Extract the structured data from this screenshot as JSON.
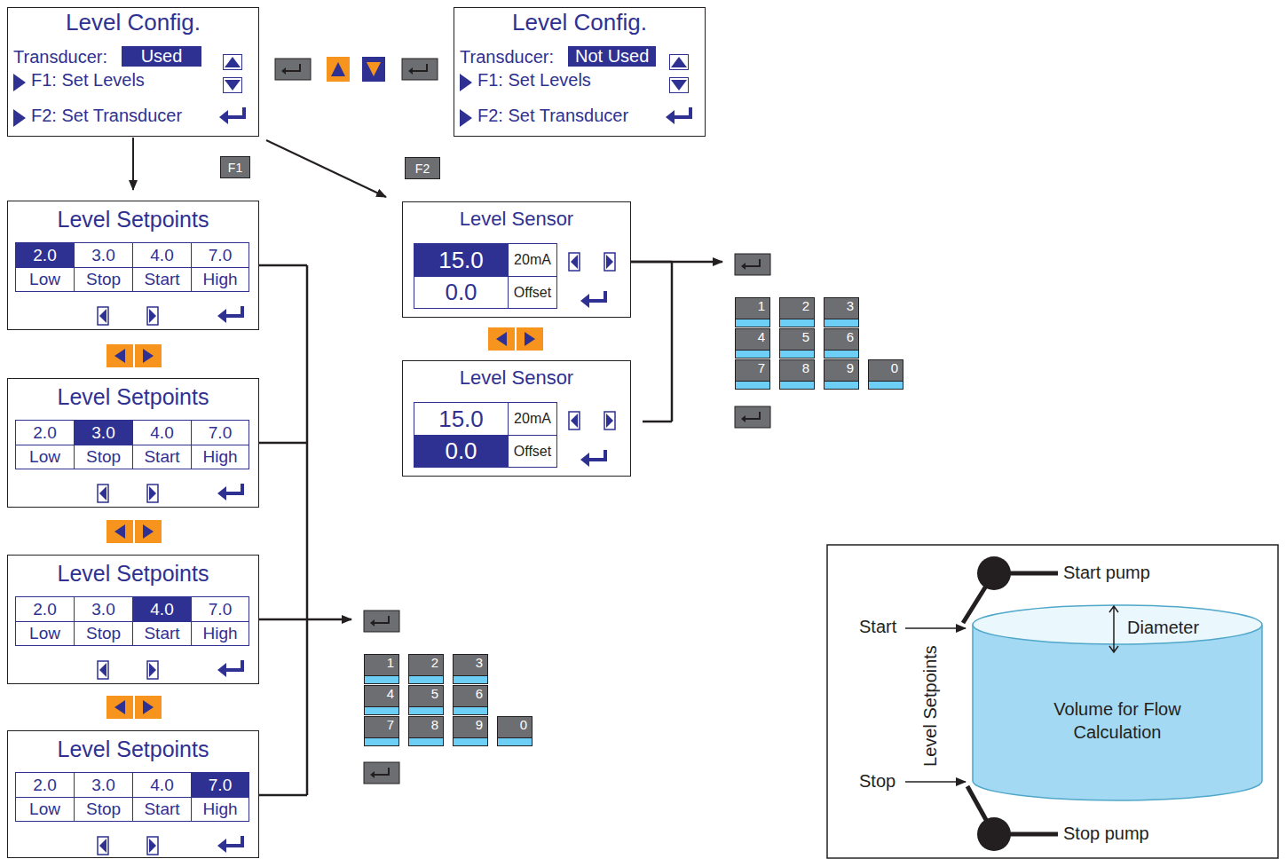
{
  "diagram": {
    "nodes": [
      {
        "text": [
          "Level Config.",
          "Transducer:",
          "Used",
          "F1: Set Levels",
          "F2: Set Transducer"
        ]
      },
      {
        "text": [
          "Level Config.",
          "Transducer:",
          "Not Used",
          "F1: Set Levels",
          "F2: Set Transducer"
        ]
      },
      {
        "text": [
          "F1"
        ]
      },
      {
        "text": [
          "F2"
        ]
      },
      {
        "text": [
          "Level Setpoints",
          "2.0",
          "3.0",
          "4.0",
          "7.0",
          "Low",
          "Stop",
          "Start",
          "High"
        ]
      },
      {
        "text": [
          "Level Setpoints",
          "2.0",
          "3.0",
          "4.0",
          "7.0",
          "Low",
          "Stop",
          "Start",
          "High"
        ]
      },
      {
        "text": [
          "Level Setpoints",
          "2.0",
          "3.0",
          "4.0",
          "7.0",
          "Low",
          "Stop",
          "Start",
          "High"
        ]
      },
      {
        "text": [
          "Level Setpoints",
          "2.0",
          "3.0",
          "4.0",
          "7.0",
          "Low",
          "Stop",
          "Start",
          "High"
        ]
      },
      {
        "text": [
          "Level Sensor",
          "15.0",
          "20mA",
          "0.0",
          "Offset"
        ]
      },
      {
        "text": [
          "Level Sensor",
          "15.0",
          "20mA",
          "0.0",
          "Offset"
        ]
      },
      {
        "text": [
          "1"
        ]
      },
      {
        "text": [
          "2"
        ]
      },
      {
        "text": [
          "3"
        ]
      },
      {
        "text": [
          "4"
        ]
      },
      {
        "text": [
          "5"
        ]
      },
      {
        "text": [
          "6"
        ]
      },
      {
        "text": [
          "7"
        ]
      },
      {
        "text": [
          "8"
        ]
      },
      {
        "text": [
          "9"
        ]
      },
      {
        "text": [
          "0"
        ]
      },
      {
        "text": [
          "1"
        ]
      },
      {
        "text": [
          "2"
        ]
      },
      {
        "text": [
          "3"
        ]
      },
      {
        "text": [
          "4"
        ]
      },
      {
        "text": [
          "5"
        ]
      },
      {
        "text": [
          "6"
        ]
      },
      {
        "text": [
          "7"
        ]
      },
      {
        "text": [
          "8"
        ]
      },
      {
        "text": [
          "9"
        ]
      },
      {
        "text": [
          "0"
        ]
      },
      {
        "text": [
          "Volume for Flow Calculation"
        ]
      }
    ],
    "edges": [
      {
        "from": 0,
        "to": 4,
        "arrow": "to"
      },
      {
        "from": 0,
        "to": 8,
        "arrow": "to"
      }
    ],
    "labels": [
      "Start pump",
      "Stop pump",
      "Start",
      "Stop",
      "Level Setpoints",
      "Diameter"
    ]
  }
}
